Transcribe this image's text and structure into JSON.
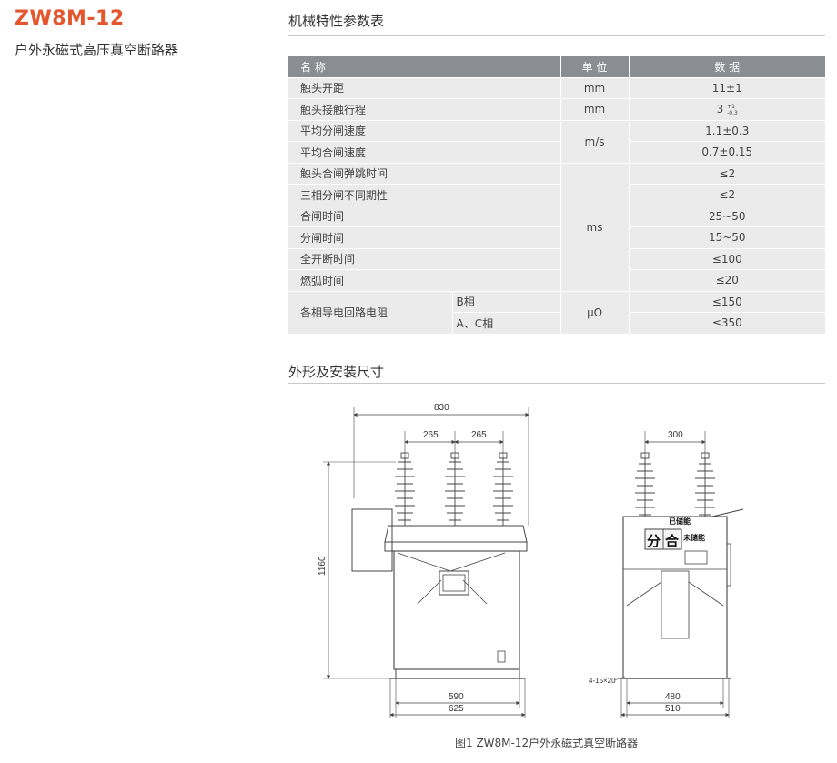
{
  "product": {
    "code": "ZW8M-12",
    "name": "户外永磁式高压真空断路器"
  },
  "spec_section": {
    "title": "机械特性参数表",
    "headers": {
      "name": "名 称",
      "unit": "单 位",
      "value": "数 据"
    },
    "rows": [
      {
        "name": "触头开距",
        "unit": "mm",
        "value": "11±1"
      },
      {
        "name": "触头接触行程",
        "unit": "mm",
        "value": "3",
        "value_sup": "+1",
        "value_sub": "-0.3"
      },
      {
        "name": "平均分闸速度",
        "unit": "m/s",
        "value": "1.1±0.3"
      },
      {
        "name": "平均合闸速度",
        "value": "0.7±0.15"
      },
      {
        "name": "触头合闸弹跳时间",
        "unit": "ms",
        "value": "≤2"
      },
      {
        "name": "三相分闸不同期性",
        "value": "≤2"
      },
      {
        "name": "合闸时间",
        "value": "25~50"
      },
      {
        "name": "分闸时间",
        "value": "15~50"
      },
      {
        "name": "全开断时间",
        "value": "≤100"
      },
      {
        "name": "燃弧时间",
        "value": "≤20"
      },
      {
        "name": "各相导电回路电阻",
        "sub": "B相",
        "unit": "μΩ",
        "value": "≤150"
      },
      {
        "sub": "A、C相",
        "value": "≤350"
      }
    ]
  },
  "dimension_section": {
    "title": "外形及安装尺寸",
    "front_dims": {
      "overall_width": "830",
      "phase_spacing_1": "265",
      "phase_spacing_2": "265",
      "height": "1160",
      "base_inner": "590",
      "base_outer": "625"
    },
    "side_dims": {
      "pole_spacing": "300",
      "hole_spec": "4-15×20",
      "base_inner": "480",
      "base_outer": "510"
    },
    "panel_labels": {
      "open": "分",
      "close": "合",
      "charged": "已储能",
      "uncharged": "未储能"
    },
    "caption": "图1 ZW8M-12户外永磁式真空断路器"
  }
}
